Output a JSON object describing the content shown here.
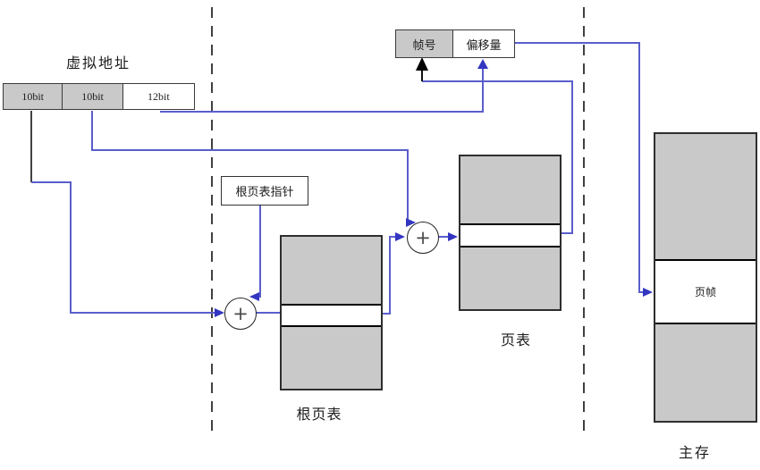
{
  "colors": {
    "wire_blue": "#5a5ecb",
    "arrow_blue": "#3336c0",
    "box_gray": "#c9c9c9",
    "border_dark": "#333333",
    "black": "#000000"
  },
  "virtual_address": {
    "title": "虚拟地址",
    "fields": [
      {
        "label": "10bit",
        "shaded": true
      },
      {
        "label": "10bit",
        "shaded": true
      },
      {
        "label": "12bit",
        "shaded": false
      }
    ]
  },
  "result_address": {
    "fields": [
      {
        "label": "帧号",
        "shaded": true
      },
      {
        "label": "偏移量",
        "shaded": false
      }
    ]
  },
  "root_pointer": {
    "label": "根页表指针"
  },
  "root_page_table": {
    "label": "根页表"
  },
  "page_table": {
    "label": "页表"
  },
  "main_memory": {
    "label": "主存",
    "entry_label": "页帧"
  },
  "adder_symbol": "+"
}
